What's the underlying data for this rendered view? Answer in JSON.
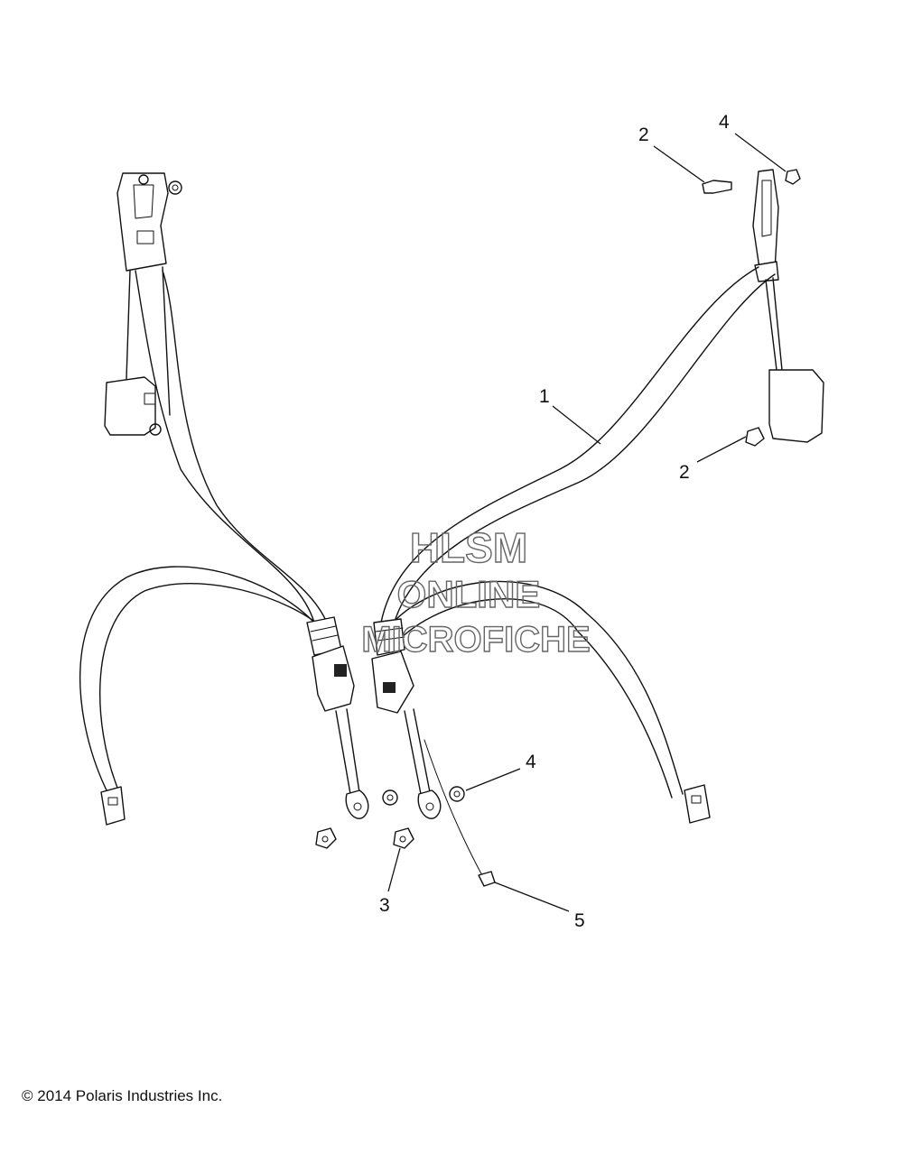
{
  "callouts": [
    {
      "id": "1",
      "label": "1"
    },
    {
      "id": "2a",
      "label": "2"
    },
    {
      "id": "2b",
      "label": "2"
    },
    {
      "id": "3",
      "label": "3"
    },
    {
      "id": "4a",
      "label": "4"
    },
    {
      "id": "4b",
      "label": "4"
    },
    {
      "id": "5",
      "label": "5"
    }
  ],
  "watermark": {
    "line1": "HLSM",
    "line2": "ONLINE",
    "line3": "MICROFICHE"
  },
  "copyright": "© 2014 Polaris Industries Inc."
}
